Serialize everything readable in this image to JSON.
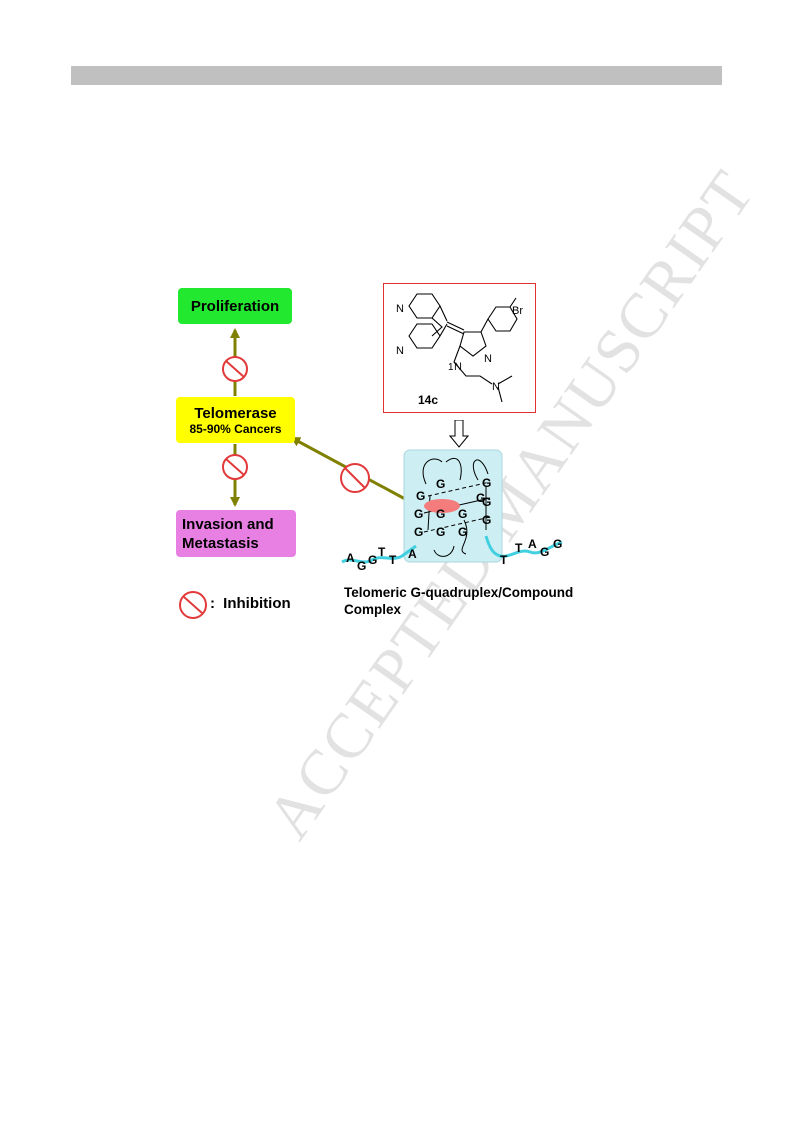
{
  "watermark": "ACCEPTED MANUSCRIPT",
  "nodes": {
    "proliferation": "Proliferation",
    "telomerase_title": "Telomerase",
    "telomerase_sub": "85-90% Cancers",
    "invasion_line1": "Invasion and",
    "invasion_line2": "Metastasis"
  },
  "legend": {
    "separator": ":",
    "label": "Inhibition"
  },
  "compound": {
    "id": "14c",
    "atoms": {
      "n_top": "N",
      "n_bottom": "N",
      "br": "Br",
      "n1": "N",
      "n2": "N",
      "n_amine": "N",
      "locant": "1"
    }
  },
  "quadruplex": {
    "bases": [
      "G",
      "G",
      "G",
      "G",
      "G",
      "G",
      "G",
      "G",
      "G",
      "G",
      "G",
      "G"
    ],
    "strand_left": [
      "A",
      "G",
      "G",
      "T",
      "T",
      "A"
    ],
    "strand_right": [
      "T",
      "T",
      "A",
      "G",
      "G"
    ]
  },
  "caption": {
    "line1": "Telomeric G-quadruplex/Compound",
    "line2": "Complex"
  },
  "colors": {
    "proliferation": "#22e830",
    "telomerase": "#ffff00",
    "invasion": "#e880e4",
    "arrow": "#808000",
    "inhibit_circle": "#e23a3a",
    "compound_border": "#e03030",
    "complex_bg": "#cdeef2",
    "ligand": "#f47c7c",
    "dna_strand": "#40d0e0"
  }
}
